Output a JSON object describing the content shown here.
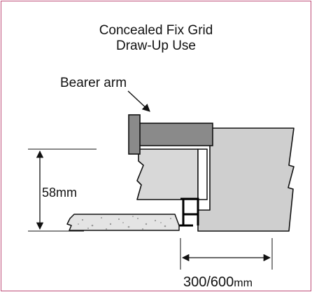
{
  "title_line1": "Concealed Fix Grid",
  "title_line2": "Draw-Up Use",
  "labels": {
    "bearer_arm": "Bearer arm",
    "height_dimension": "58mm",
    "width_dimension_value": "300/600",
    "width_dimension_unit": "mm"
  },
  "colors": {
    "frame_border": "#c0507a",
    "wall_fill": "#cfcfcf",
    "bearer_arm_fill": "#8a8a8a",
    "tile_fill": "#e4e4e4",
    "grid_section_stroke": "#000000"
  }
}
